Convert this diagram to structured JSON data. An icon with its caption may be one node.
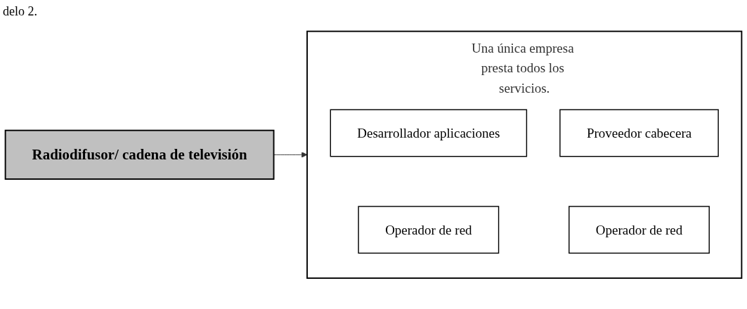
{
  "diagram": {
    "nodes": [
      {
        "text": [
          "Radiodifusor/ cadena de televisión"
        ]
      },
      {
        "text": [
          "Una única empresa presta todos los servicios."
        ]
      },
      {
        "text": [
          "Desarrollador aplicaciones"
        ],
        "in": 1
      },
      {
        "text": [
          "Proveedor cabecera"
        ],
        "in": 1
      },
      {
        "text": [
          "Operador de red"
        ],
        "in": 1
      },
      {
        "text": [
          "Operador de red"
        ],
        "in": 1
      }
    ],
    "edges": [
      {
        "from": 0,
        "to": 1,
        "arrow": "to"
      }
    ],
    "labels": [
      "delo 2."
    ]
  }
}
